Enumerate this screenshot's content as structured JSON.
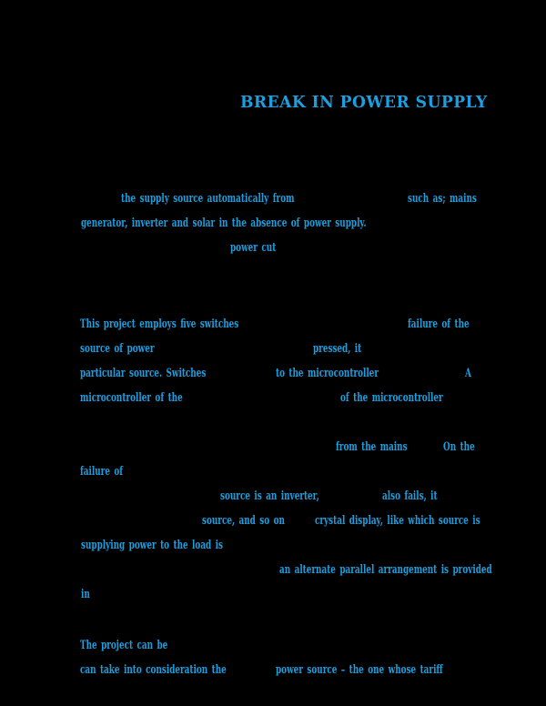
{
  "document": {
    "background_color": "#000000",
    "text_color": "#1c9fdf",
    "title": "BREAK IN POWER SUPPLY",
    "fragments": [
      {
        "text": "the supply source automatically from"
      },
      {
        "text": "such as; mains"
      },
      {
        "text": "generator, inverter and solar in the absence of power supply."
      },
      {
        "text": "power cut"
      },
      {
        "text": "This project employs five switches"
      },
      {
        "text": "failure of the"
      },
      {
        "text": "source of power"
      },
      {
        "text": "pressed, it"
      },
      {
        "text": "particular source. Switches"
      },
      {
        "text": "to the microcontroller"
      },
      {
        "text": "A"
      },
      {
        "text": "microcontroller of the"
      },
      {
        "text": "of the microcontroller"
      },
      {
        "text": "from the mains"
      },
      {
        "text": "On the"
      },
      {
        "text": "failure of"
      },
      {
        "text": "source is an inverter,"
      },
      {
        "text": "also fails, it"
      },
      {
        "text": "source, and so on"
      },
      {
        "text": "crystal display, like which source is"
      },
      {
        "text": "supplying power to the load is"
      },
      {
        "text": "an alternate parallel arrangement is provided"
      },
      {
        "text": "in"
      },
      {
        "text": "The project can be"
      },
      {
        "text": "can take into consideration the"
      },
      {
        "text": "power source – the one whose tariff"
      }
    ]
  }
}
